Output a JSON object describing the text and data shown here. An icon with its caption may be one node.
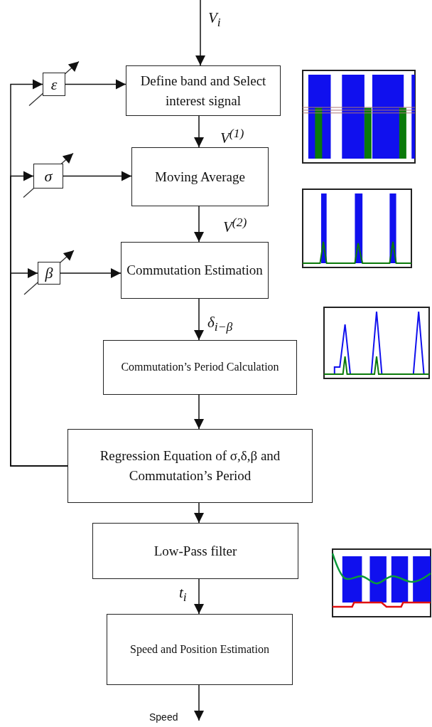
{
  "diagram": {
    "nodes": [
      {
        "text": [
          "Define band and Select interest signal"
        ]
      },
      {
        "text": [
          "Moving Average"
        ]
      },
      {
        "text": [
          "Commutation Estimation"
        ]
      },
      {
        "text": [
          "Commutation’s Period Calculation"
        ]
      },
      {
        "text": [
          "Regression Equation of σ,δ,β and Commutation’s Period"
        ]
      },
      {
        "text": [
          "Low-Pass filter"
        ]
      },
      {
        "text": [
          "Speed and Position Estimation"
        ]
      },
      {
        "text": [
          "ε"
        ]
      },
      {
        "text": [
          "σ"
        ]
      },
      {
        "text": [
          "β"
        ]
      }
    ],
    "edges": [
      {
        "from": null,
        "to": 0,
        "arrow": "to",
        "label": "V$_{i}$"
      },
      {
        "from": 0,
        "to": 1,
        "arrow": "to",
        "label": "V$^{(1)}$"
      },
      {
        "from": 1,
        "to": 2,
        "arrow": "to",
        "label": "V$^{(2)}$"
      },
      {
        "from": 2,
        "to": 3,
        "arrow": "to",
        "label": "δ$_{i−β}$"
      },
      {
        "from": 3,
        "to": 4,
        "arrow": "to"
      },
      {
        "from": 4,
        "to": 5,
        "arrow": "to"
      },
      {
        "from": 5,
        "to": 6,
        "arrow": "to",
        "label": "t$_{i}$"
      },
      {
        "from": 6,
        "to": null,
        "arrow": "to",
        "label": "Speed"
      },
      {
        "from": 4,
        "to": 7,
        "arrow": "to"
      },
      {
        "from": 4,
        "to": 8,
        "arrow": "to"
      },
      {
        "from": 4,
        "to": 9,
        "arrow": "to"
      },
      {
        "from": 7,
        "to": 0,
        "arrow": "to"
      },
      {
        "from": 8,
        "to": 1,
        "arrow": "to"
      },
      {
        "from": 9,
        "to": 2,
        "arrow": "to"
      }
    ]
  }
}
